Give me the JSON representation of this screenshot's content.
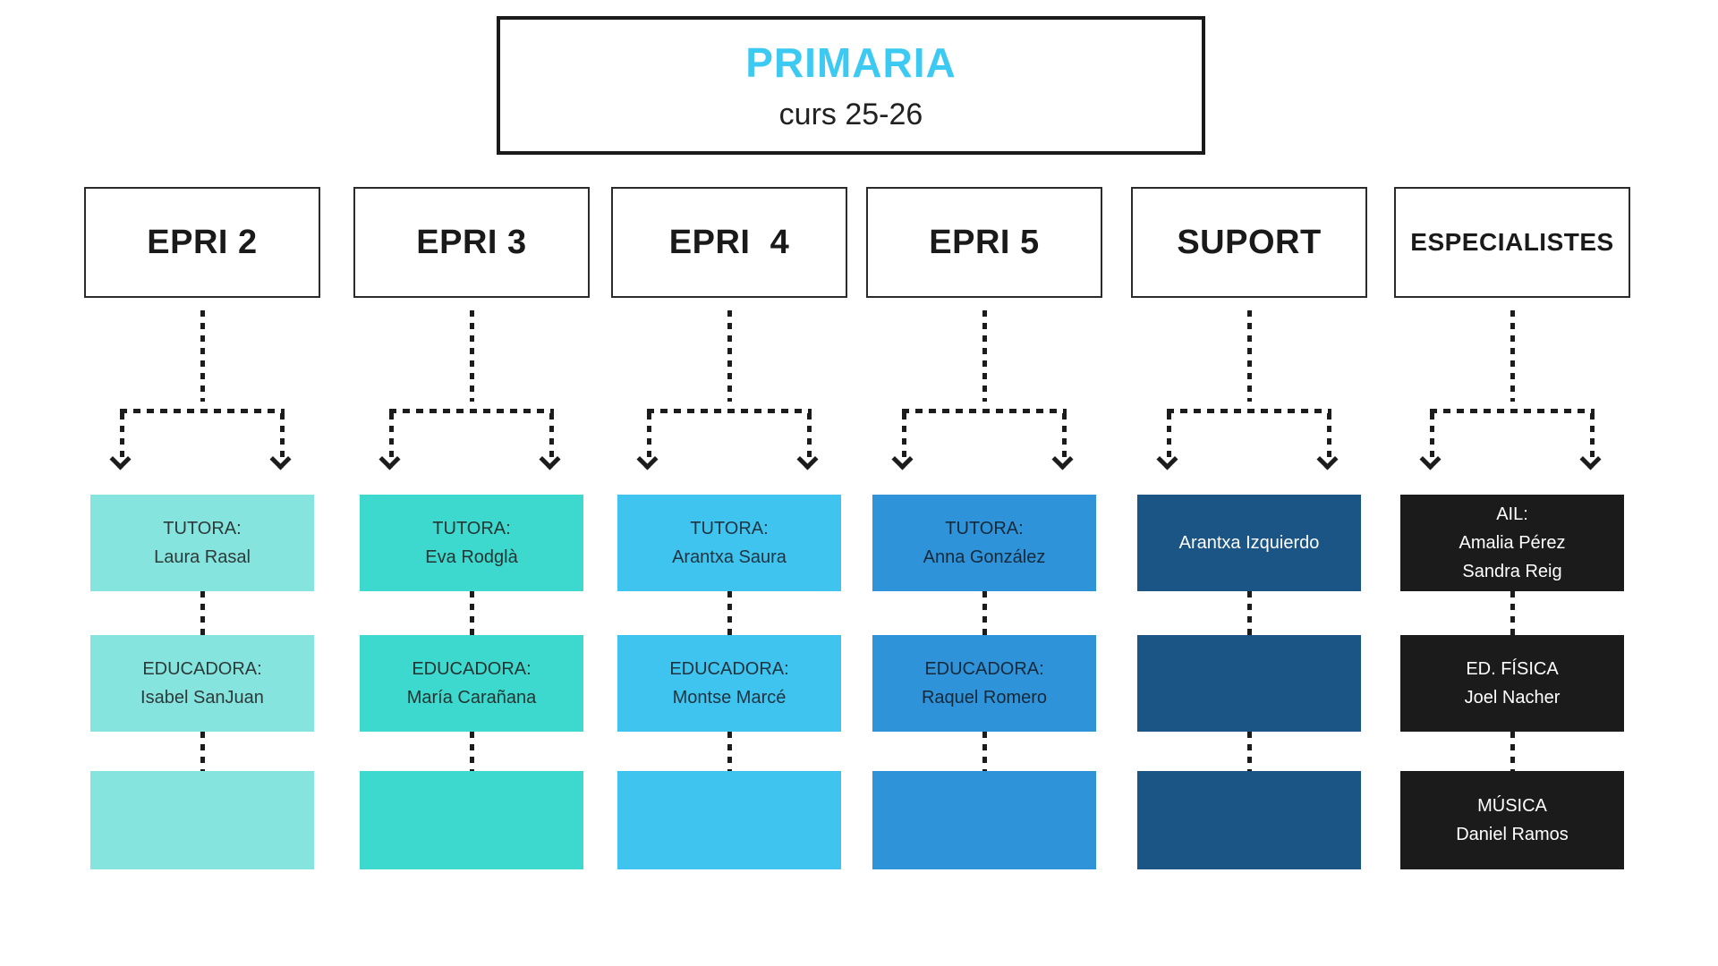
{
  "title": {
    "main": "PRIMARIA",
    "subtitle": "curs 25-26",
    "accent_color": "#3cc9f2"
  },
  "line_color": "#1c1c1c",
  "columns": [
    {
      "id": "epri-2",
      "header": "EPRI 2",
      "color": "#85e4de",
      "text_color": "#2d3a3a",
      "rows": [
        [
          "TUTORA:",
          "Laura Rasal"
        ],
        [
          "EDUCADORA:",
          "Isabel SanJuan"
        ],
        []
      ]
    },
    {
      "id": "epri-3",
      "header": "EPRI 3",
      "color": "#3ed9ce",
      "text_color": "#233533",
      "rows": [
        [
          "TUTORA:",
          "Eva Rodglà"
        ],
        [
          "EDUCADORA:",
          "María Carañana"
        ],
        []
      ]
    },
    {
      "id": "epri-4",
      "header": "EPRI  4",
      "color": "#3ec4ee",
      "text_color": "#1f3340",
      "rows": [
        [
          "TUTORA:",
          "Arantxa Saura"
        ],
        [
          "EDUCADORA:",
          "Montse Marcé"
        ],
        []
      ]
    },
    {
      "id": "epri-5",
      "header": "EPRI 5",
      "color": "#2e93d8",
      "text_color": "#16293a",
      "rows": [
        [
          "TUTORA:",
          "Anna González"
        ],
        [
          "EDUCADORA:",
          "Raquel Romero"
        ],
        []
      ]
    },
    {
      "id": "suport",
      "header": "SUPORT",
      "color": "#1a5586",
      "text_color": "#ffffff",
      "rows": [
        [
          "Arantxa Izquierdo"
        ],
        [],
        []
      ]
    },
    {
      "id": "especialistes",
      "header": "ESPECIALISTES",
      "color": "#1b1b1b",
      "text_color": "#ffffff",
      "rows": [
        [
          "AIL:",
          "Amalia Pérez",
          "Sandra Reig"
        ],
        [
          "ED. FÍSICA",
          "Joel Nacher"
        ],
        [
          "MÚSICA",
          "Daniel Ramos"
        ]
      ]
    }
  ]
}
